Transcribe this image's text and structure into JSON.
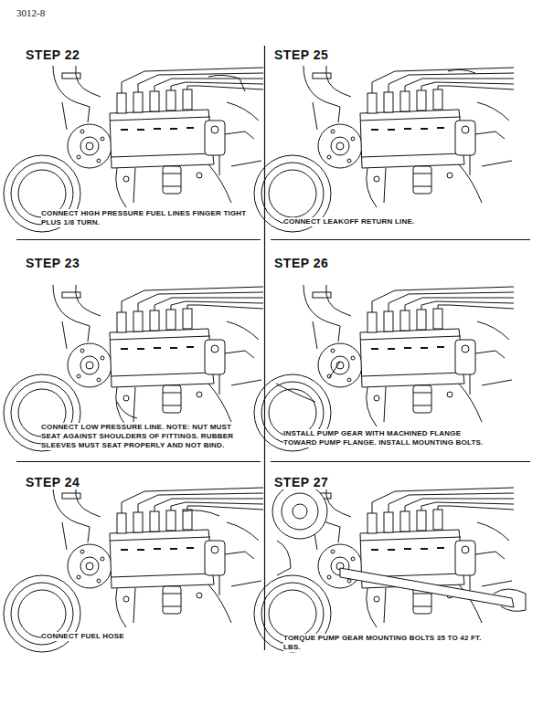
{
  "diagram": {
    "labels": [
      "3012-8",
      "STEP 22",
      "CONNECT HIGH PRESSURE FUEL LINES FINGER TIGHT PLUS 1/8 TURN.",
      "STEP 25",
      "CONNECT LEAKOFF RETURN LINE.",
      "STEP 23",
      "CONNECT LOW PRESSURE LINE. NOTE: NUT MUST SEAT AGAINST SHOULDERS OF FITTINGS. RUBBER SLEEVES MUST SEAT PROPERLY AND NOT BIND.",
      "STEP 26",
      "INSTALL PUMP GEAR WITH MACHINED FLANGE TOWARD PUMP FLANGE. INSTALL MOUNTING BOLTS.",
      "STEP 24",
      "CONNECT FUEL HOSE",
      "STEP 27",
      "TORQUE PUMP GEAR MOUNTING BOLTS 35 TO 42 FT. LBS."
    ]
  }
}
